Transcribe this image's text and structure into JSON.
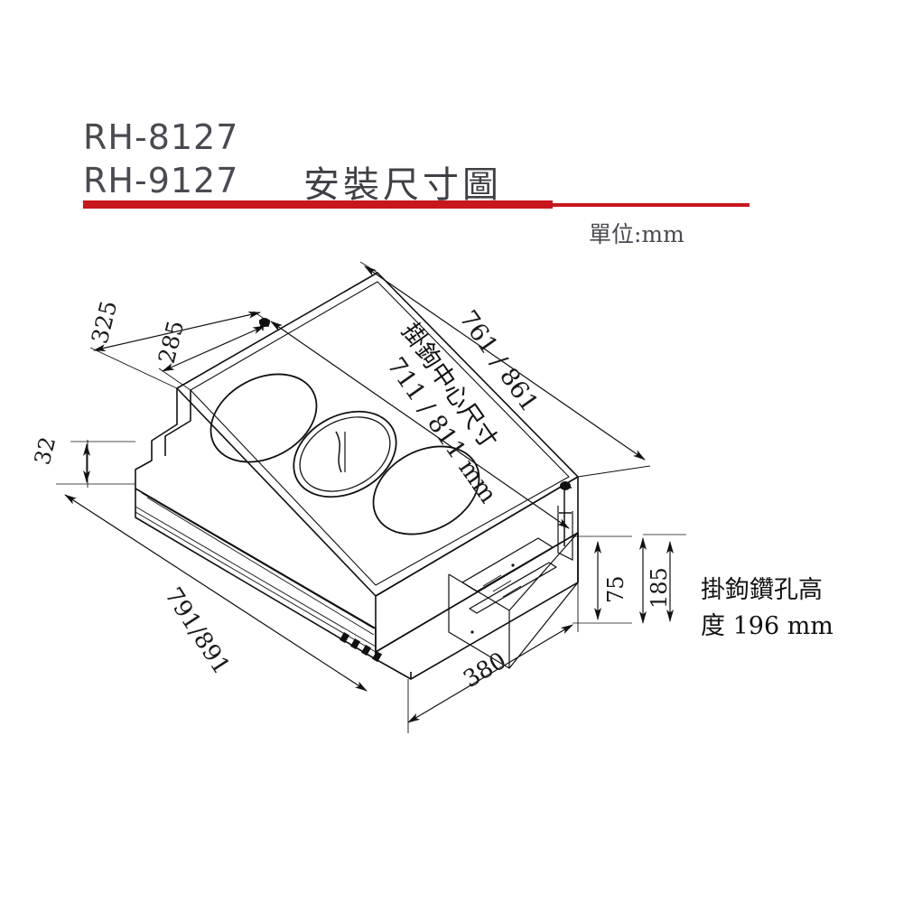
{
  "header": {
    "model_1": "RH-8127",
    "model_2": "RH-9127",
    "title": "安裝尺寸圖",
    "unit_note": "單位:mm",
    "rule_color": "#c8161d",
    "model_color": "#4a4a52"
  },
  "drawing": {
    "type": "isometric-dimension-drawing",
    "subject": "range-hood-installation",
    "dimensions": {
      "top_depth_325": "325",
      "top_depth_285": "285",
      "hook_span_outer": "761 / 861",
      "hook_center_label": "掛鉤中心尺寸",
      "hook_span_inner": "711 / 811 mm",
      "body_height_32": "32",
      "body_width": "791/891",
      "front_depth_380": "380",
      "hook_drop_75": "75",
      "hook_drop_185": "185"
    },
    "notes": {
      "hook_hole_line_1": "掛鉤鑽孔高",
      "hook_hole_line_2": "度 196 mm"
    }
  }
}
